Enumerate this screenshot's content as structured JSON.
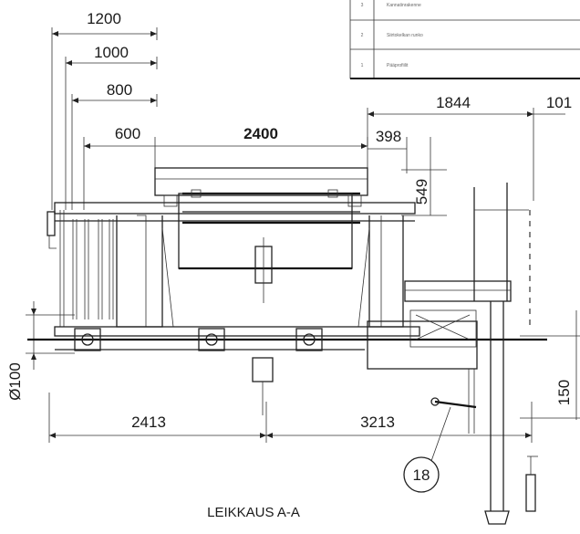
{
  "drawing": {
    "caption": "LEIKKAUS A-A",
    "balloon": "18",
    "dimensions": {
      "d1200": "1200",
      "d1000": "1000",
      "d800": "800",
      "d600": "600",
      "d2400": "2400",
      "d1844": "1844",
      "d101": "101",
      "d398": "398",
      "d549": "549",
      "d100": "Ø100",
      "d2413": "2413",
      "d3213": "3213",
      "d150": "150"
    },
    "legend_rows": [
      {
        "num": "3",
        "text": "Kannatinrakenne"
      },
      {
        "num": "2",
        "text": "Siirtokelkan runko"
      },
      {
        "num": "1",
        "text": "Pääprofiilit"
      }
    ]
  }
}
